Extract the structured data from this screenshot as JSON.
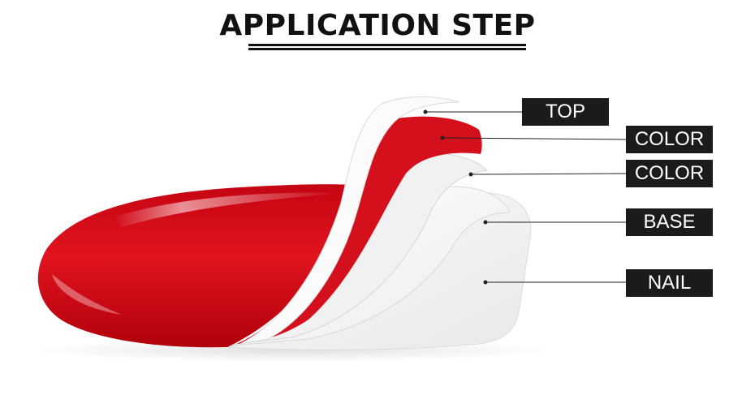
{
  "title": "APPLICATION STEP",
  "layers": [
    {
      "label": "TOP"
    },
    {
      "label": "COLOR"
    },
    {
      "label": "COLOR"
    },
    {
      "label": "BASE"
    },
    {
      "label": "NAIL"
    }
  ],
  "colors": {
    "polish_red": "#d4101c",
    "label_bg": "#1b1b1b",
    "label_text": "#ffffff",
    "layer_white": "#f4f4f4"
  }
}
